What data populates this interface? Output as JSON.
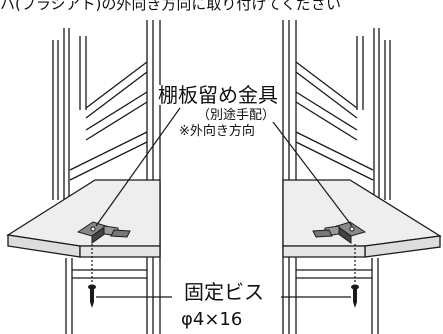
{
  "text": {
    "top_cut_line": "ハ(フラシアト)の外向き方向に取り付けてください",
    "bracket_label": "棚板留め金具",
    "bracket_note_line1": "（別途手配）",
    "bracket_note_line2": "※外向き方向",
    "screw_label": "固定ビス",
    "screw_size": "φ4×16"
  },
  "colors": {
    "line": "#1a1a1a",
    "shelf_top": "#eeeeee",
    "shelf_front": "#dddddd",
    "bracket": "#888888",
    "bracket_dark": "#444444"
  }
}
